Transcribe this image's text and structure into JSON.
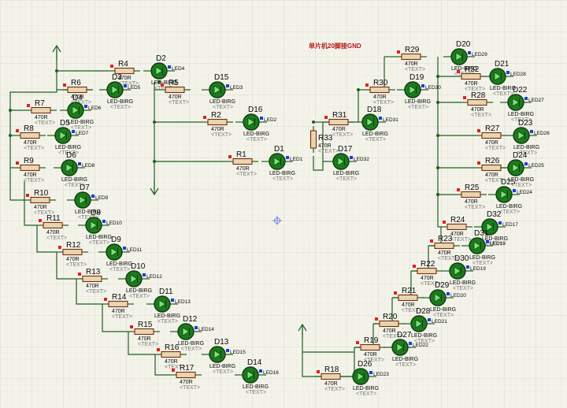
{
  "colors": {
    "background": "#f3f3ea",
    "grid": "#dcdcd0",
    "wire": "#1f5f1f",
    "resistor_fill": "#e8d6b0",
    "resistor_stroke": "#7a2a10",
    "led_body": "#1d7a1d",
    "led_ring": "#0d3d0d",
    "title_red": "#b81818",
    "pin_red": "#e02020",
    "pin_blue": "#1f3fd0",
    "text_placeholder": "#7a7a7a",
    "text_dark": "#0a0a0a"
  },
  "annotation": "单片机20脚接GND",
  "resistor_value": "470R",
  "led_model": "LED-BIRG",
  "text_placeholder": "<TEXT>",
  "resistors": [
    {
      "id": "R1",
      "value": "470R",
      "text": "<TEXT>"
    },
    {
      "id": "R2",
      "value": "470R",
      "text": "<TEXT>"
    },
    {
      "id": "R3",
      "value": "470R",
      "text": "<TEXT>"
    },
    {
      "id": "R4",
      "value": "470R",
      "text": "<TEXT>"
    },
    {
      "id": "R5",
      "value": "470R",
      "text": "<TEXT>"
    },
    {
      "id": "R6",
      "value": "470R",
      "text": "<TEXT>"
    },
    {
      "id": "R7",
      "value": "470R",
      "text": "<TEXT>"
    },
    {
      "id": "R8",
      "value": "470R",
      "text": "<TEXT>"
    },
    {
      "id": "R9",
      "value": "470R",
      "text": "<TEXT>"
    },
    {
      "id": "R10",
      "value": "470R",
      "text": "<TEXT>"
    },
    {
      "id": "R11",
      "value": "470R",
      "text": "<TEXT>"
    },
    {
      "id": "R12",
      "value": "470R",
      "text": "<TEXT>"
    },
    {
      "id": "R13",
      "value": "470R",
      "text": "<TEXT>"
    },
    {
      "id": "R14",
      "value": "470R",
      "text": "<TEXT>"
    },
    {
      "id": "R15",
      "value": "470R",
      "text": "<TEXT>"
    },
    {
      "id": "R16",
      "value": "470R",
      "text": "<TEXT>"
    },
    {
      "id": "R17",
      "value": "470R",
      "text": "<TEXT>"
    },
    {
      "id": "R18",
      "value": "470R",
      "text": "<TEXT>"
    },
    {
      "id": "R19",
      "value": "470R",
      "text": "<TEXT>"
    },
    {
      "id": "R20",
      "value": "470R",
      "text": "<TEXT>"
    },
    {
      "id": "R21",
      "value": "470R",
      "text": "<TEXT>"
    },
    {
      "id": "R22",
      "value": "470R",
      "text": "<TEXT>"
    },
    {
      "id": "R23",
      "value": "470R",
      "text": "<TEXT>"
    },
    {
      "id": "R24",
      "value": "470R",
      "text": "<TEXT>"
    },
    {
      "id": "R25",
      "value": "470R",
      "text": "<TEXT>"
    },
    {
      "id": "R26",
      "value": "470R",
      "text": "<TEXT>"
    },
    {
      "id": "R27",
      "value": "470R",
      "text": "<TEXT>"
    },
    {
      "id": "R28",
      "value": "470R",
      "text": "<TEXT>"
    },
    {
      "id": "R29",
      "value": "470R",
      "text": "<TEXT>"
    },
    {
      "id": "R30",
      "value": "470R",
      "text": "<TEXT>"
    },
    {
      "id": "R31",
      "value": "470R",
      "text": "<TEXT>"
    },
    {
      "id": "R32",
      "value": "470R",
      "text": "<TEXT>"
    },
    {
      "id": "R33",
      "value": "470R",
      "text": "<TEXT>"
    }
  ],
  "leds": [
    {
      "id": "D1",
      "model": "LED-BIRG",
      "text": "<TEXT>",
      "net": "LED1"
    },
    {
      "id": "D2",
      "model": "LED-BIRG",
      "text": "<TEXT>",
      "net": "LED4"
    },
    {
      "id": "D3",
      "model": "LED-BIRG",
      "text": "<TEXT>",
      "net": "LED5"
    },
    {
      "id": "D4",
      "model": "LED-BIRG",
      "text": "<TEXT>",
      "net": "LED6"
    },
    {
      "id": "D5",
      "model": "LED-BIRG",
      "text": "<TEXT>",
      "net": "LED7"
    },
    {
      "id": "D6",
      "model": "LED-BIRG",
      "text": "<TEXT>",
      "net": "LED8"
    },
    {
      "id": "D7",
      "model": "LED-BIRG",
      "text": "<TEXT>",
      "net": "LED9"
    },
    {
      "id": "D8",
      "model": "LED-BIRG",
      "text": "<TEXT>",
      "net": "LED10"
    },
    {
      "id": "D9",
      "model": "LED-BIRG",
      "text": "<TEXT>",
      "net": "LED11"
    },
    {
      "id": "D10",
      "model": "LED-BIRG",
      "text": "<TEXT>",
      "net": "LED12"
    },
    {
      "id": "D11",
      "model": "LED-BIRG",
      "text": "<TEXT>",
      "net": "LED13"
    },
    {
      "id": "D12",
      "model": "LED-BIRG",
      "text": "<TEXT>",
      "net": "LED14"
    },
    {
      "id": "D13",
      "model": "LED-BIRG",
      "text": "<TEXT>",
      "net": "LED15"
    },
    {
      "id": "D14",
      "model": "LED-BIRG",
      "text": "<TEXT>",
      "net": "LED16"
    },
    {
      "id": "D15",
      "model": "LED-BIRG",
      "text": "<TEXT>",
      "net": "LED3"
    },
    {
      "id": "D16",
      "model": "LED-BIRG",
      "text": "<TEXT>",
      "net": "LED2"
    },
    {
      "id": "D17",
      "model": "LED-BIRG",
      "text": "<TEXT>",
      "net": "LED32"
    },
    {
      "id": "D18",
      "model": "LED-BIRG",
      "text": "<TEXT>",
      "net": "LED31"
    },
    {
      "id": "D19",
      "model": "LED-BIRG",
      "text": "<TEXT>",
      "net": "LED30"
    },
    {
      "id": "D20",
      "model": "LED-BIRG",
      "text": "<TEXT>",
      "net": "LED29"
    },
    {
      "id": "D21",
      "model": "LED-BIRG",
      "text": "<TEXT>",
      "net": "LED28"
    },
    {
      "id": "D22",
      "model": "LED-BIRG",
      "text": "<TEXT>",
      "net": "LED27"
    },
    {
      "id": "D23",
      "model": "LED-BIRG",
      "text": "<TEXT>",
      "net": "LED26"
    },
    {
      "id": "D24",
      "model": "LED-BIRG",
      "text": "<TEXT>",
      "net": "LED25"
    },
    {
      "id": "D25",
      "model": "LED-BIRG",
      "text": "<TEXT>",
      "net": "LED24"
    },
    {
      "id": "D26",
      "model": "LED-BIRG",
      "text": "<TEXT>",
      "net": "LED23"
    },
    {
      "id": "D27",
      "model": "LED-BIRG",
      "text": "<TEXT>",
      "net": "LED22"
    },
    {
      "id": "D28",
      "model": "LED-BIRG",
      "text": "<TEXT>",
      "net": "LED21"
    },
    {
      "id": "D29",
      "model": "LED-BIRG",
      "text": "<TEXT>",
      "net": "LED20"
    },
    {
      "id": "D30",
      "model": "LED-BIRG",
      "text": "<TEXT>",
      "net": "LED19"
    },
    {
      "id": "D31",
      "model": "LED-BIRG",
      "text": "<TEXT>",
      "net": "LED18"
    },
    {
      "id": "D32",
      "model": "LED-BIRG",
      "text": "<TEXT>",
      "net": "LED17"
    }
  ]
}
